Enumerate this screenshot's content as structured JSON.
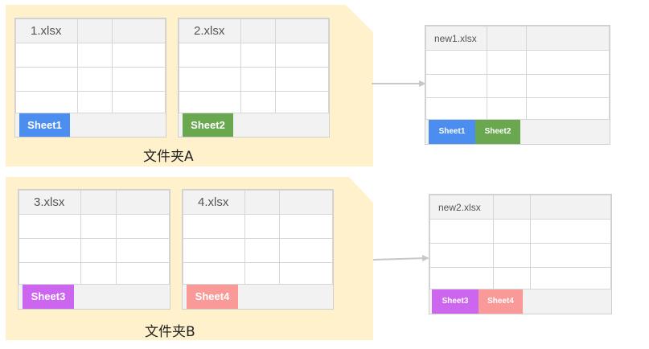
{
  "colors": {
    "folder_bg": "#fff1cc",
    "sheet1": "#4c8df0",
    "sheet2": "#6aa84f",
    "sheet3": "#cc66ee",
    "sheet4": "#f99a99",
    "arrow": "#c8c8c8"
  },
  "folders": [
    {
      "label": "文件夹A",
      "files": [
        {
          "name": "1.xlsx",
          "tab": "Sheet1"
        },
        {
          "name": "2.xlsx",
          "tab": "Sheet2"
        }
      ]
    },
    {
      "label": "文件夹B",
      "files": [
        {
          "name": "3.xlsx",
          "tab": "Sheet3"
        },
        {
          "name": "4.xlsx",
          "tab": "Sheet4"
        }
      ]
    }
  ],
  "outputs": [
    {
      "name": "new1.xlsx",
      "tabs": [
        "Sheet1",
        "Sheet2"
      ]
    },
    {
      "name": "new2.xlsx",
      "tabs": [
        "Sheet3",
        "Sheet4"
      ]
    }
  ]
}
